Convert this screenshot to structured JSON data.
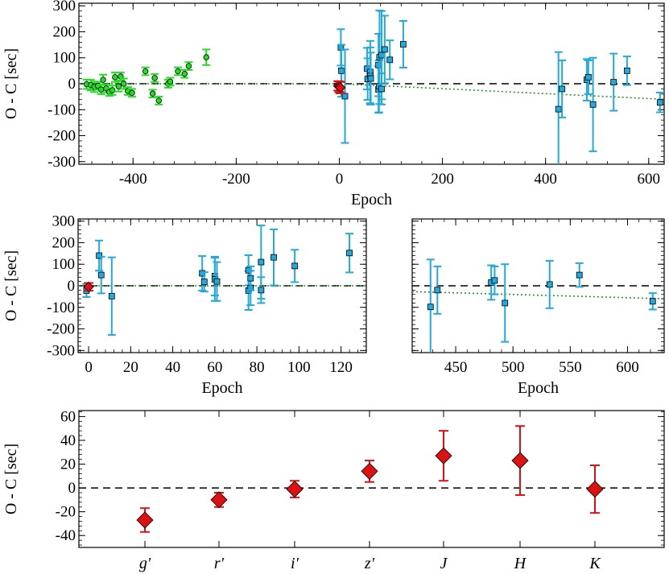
{
  "colors": {
    "green": "#22dd22",
    "blue": "#22aadd",
    "red": "#dd1111",
    "trend": "#229922",
    "zero": "#000000"
  },
  "chart_data": [
    {
      "id": "top",
      "type": "scatter",
      "xlabel": "Epoch",
      "ylabel": "O - C [sec]",
      "xlim": [
        -505,
        630
      ],
      "ylim": [
        -310,
        310
      ],
      "xticks": [
        -400,
        -200,
        0,
        200,
        400,
        600
      ],
      "xtick_labels": [
        "-400",
        "-200",
        "0",
        "200",
        "400",
        "600"
      ],
      "yticks": [
        -300,
        -200,
        -100,
        0,
        100,
        200,
        300
      ],
      "ytick_labels": [
        "-300",
        "-200",
        "-100",
        "0",
        "100",
        "200",
        "300"
      ],
      "zero_line": true,
      "trend_line": [
        [
          -505,
          0
        ],
        [
          0,
          0
        ],
        [
          630,
          -60
        ]
      ],
      "series": [
        {
          "marker": "circle",
          "color": "green",
          "points": [
            [
              -490,
              -2,
              18
            ],
            [
              -482,
              -5,
              20
            ],
            [
              -475,
              -12,
              20
            ],
            [
              -468,
              -8,
              15
            ],
            [
              -462,
              -22,
              18
            ],
            [
              -458,
              15,
              20
            ],
            [
              -452,
              -18,
              15
            ],
            [
              -446,
              -32,
              15
            ],
            [
              -440,
              -25,
              18
            ],
            [
              -435,
              25,
              18
            ],
            [
              -428,
              -10,
              20
            ],
            [
              -424,
              28,
              15
            ],
            [
              -418,
              0,
              20
            ],
            [
              -410,
              -28,
              15
            ],
            [
              -402,
              -35,
              15
            ],
            [
              -376,
              48,
              15
            ],
            [
              -362,
              -38,
              15
            ],
            [
              -358,
              22,
              15
            ],
            [
              -350,
              -65,
              15
            ],
            [
              -332,
              0,
              15
            ],
            [
              -328,
              8,
              15
            ],
            [
              -313,
              48,
              15
            ],
            [
              -300,
              38,
              15
            ],
            [
              -292,
              68,
              15
            ],
            [
              -258,
              102,
              30
            ]
          ]
        },
        {
          "marker": "square",
          "color": "blue",
          "points": [
            [
              3,
              140,
              70
            ],
            [
              4,
              50,
              100
            ],
            [
              11,
              -48,
              180
            ],
            [
              54,
              58,
              80
            ],
            [
              55,
              18,
              80
            ],
            [
              60,
              45,
              120
            ],
            [
              60,
              30,
              110
            ],
            [
              61,
              20,
              100
            ],
            [
              76,
              -22,
              90
            ],
            [
              76,
              72,
              120
            ],
            [
              77,
              -10,
              100
            ],
            [
              78,
              102,
              180
            ],
            [
              82,
              110,
              170
            ],
            [
              82,
              -20,
              60
            ],
            [
              88,
              132,
              130
            ],
            [
              98,
              92,
              75
            ],
            [
              124,
              152,
              90
            ],
            [
              425,
              -98,
              220
            ],
            [
              432,
              -20,
              110
            ],
            [
              480,
              15,
              80
            ],
            [
              483,
              25,
              65
            ],
            [
              492,
              -80,
              180
            ],
            [
              532,
              6,
              110
            ],
            [
              558,
              50,
              55
            ],
            [
              622,
              -72,
              38
            ]
          ]
        },
        {
          "marker": "diamond",
          "color": "red",
          "points": [
            [
              -2,
              -8,
              18
            ],
            [
              0,
              -12,
              20
            ],
            [
              2,
              -15,
              22
            ]
          ]
        }
      ]
    },
    {
      "id": "middle-left",
      "type": "scatter",
      "xlabel": "Epoch",
      "ylabel": "O - C [sec]",
      "xlim": [
        -5,
        132
      ],
      "ylim": [
        -310,
        310
      ],
      "xticks": [
        0,
        20,
        40,
        60,
        80,
        100,
        120
      ],
      "xtick_labels": [
        "0",
        "20",
        "40",
        "60",
        "80",
        "100",
        "120"
      ],
      "yticks": [
        -300,
        -200,
        -100,
        0,
        100,
        200,
        300
      ],
      "ytick_labels": [
        "-300",
        "-200",
        "-100",
        "0",
        "100",
        "200",
        "300"
      ],
      "zero_line": true,
      "trend_line": [
        [
          -5,
          0
        ],
        [
          132,
          0
        ]
      ],
      "series": [
        {
          "marker": "square",
          "color": "blue",
          "points": [
            [
              -1,
              -22,
              30
            ],
            [
              5,
              140,
              70
            ],
            [
              6,
              50,
              85
            ],
            [
              11,
              -48,
              180
            ],
            [
              54,
              58,
              80
            ],
            [
              55,
              18,
              45
            ],
            [
              60,
              45,
              90
            ],
            [
              60,
              30,
              100
            ],
            [
              61,
              20,
              90
            ],
            [
              76,
              -22,
              90
            ],
            [
              76,
              72,
              70
            ],
            [
              77,
              -10,
              80
            ],
            [
              77,
              35,
              55
            ],
            [
              82,
              110,
              170
            ],
            [
              82,
              -20,
              60
            ],
            [
              88,
              132,
              130
            ],
            [
              98,
              92,
              75
            ],
            [
              124,
              152,
              90
            ]
          ]
        },
        {
          "marker": "diamond",
          "color": "red",
          "points": [
            [
              0,
              -5,
              18
            ]
          ]
        }
      ]
    },
    {
      "id": "middle-right",
      "type": "scatter",
      "xlabel": "Epoch",
      "ylabel": "",
      "xlim": [
        412,
        632
      ],
      "ylim": [
        -310,
        310
      ],
      "xticks": [
        450,
        500,
        550,
        600
      ],
      "xtick_labels": [
        "450",
        "500",
        "550",
        "600"
      ],
      "yticks": [
        -300,
        -200,
        -100,
        0,
        100,
        200,
        300
      ],
      "ytick_labels": [],
      "zero_line": true,
      "trend_line": [
        [
          412,
          -27
        ],
        [
          632,
          -60
        ]
      ],
      "series": [
        {
          "marker": "square",
          "color": "blue",
          "points": [
            [
              428,
              -98,
              220
            ],
            [
              434,
              -20,
              110
            ],
            [
              481,
              15,
              80
            ],
            [
              484,
              25,
              65
            ],
            [
              493,
              -80,
              180
            ],
            [
              532,
              6,
              110
            ],
            [
              558,
              50,
              55
            ],
            [
              622,
              -72,
              38
            ]
          ]
        }
      ]
    },
    {
      "id": "bottom",
      "type": "scatter",
      "xlabel": "",
      "ylabel": "O - C [sec]",
      "categories": [
        "g′",
        "r′",
        "i′",
        "z′",
        "J",
        "H",
        "K"
      ],
      "ylim": [
        -50,
        65
      ],
      "yticks": [
        -40,
        -20,
        0,
        20,
        40,
        60
      ],
      "ytick_labels": [
        "-40",
        "-20",
        "0",
        "20",
        "40",
        "60"
      ],
      "zero_line": true,
      "series": [
        {
          "marker": "diamond",
          "color": "red",
          "values": [
            -27,
            -10,
            -1,
            14,
            27,
            23,
            -1
          ],
          "errors": [
            10,
            6,
            7,
            9,
            21,
            29,
            20
          ]
        }
      ]
    }
  ]
}
